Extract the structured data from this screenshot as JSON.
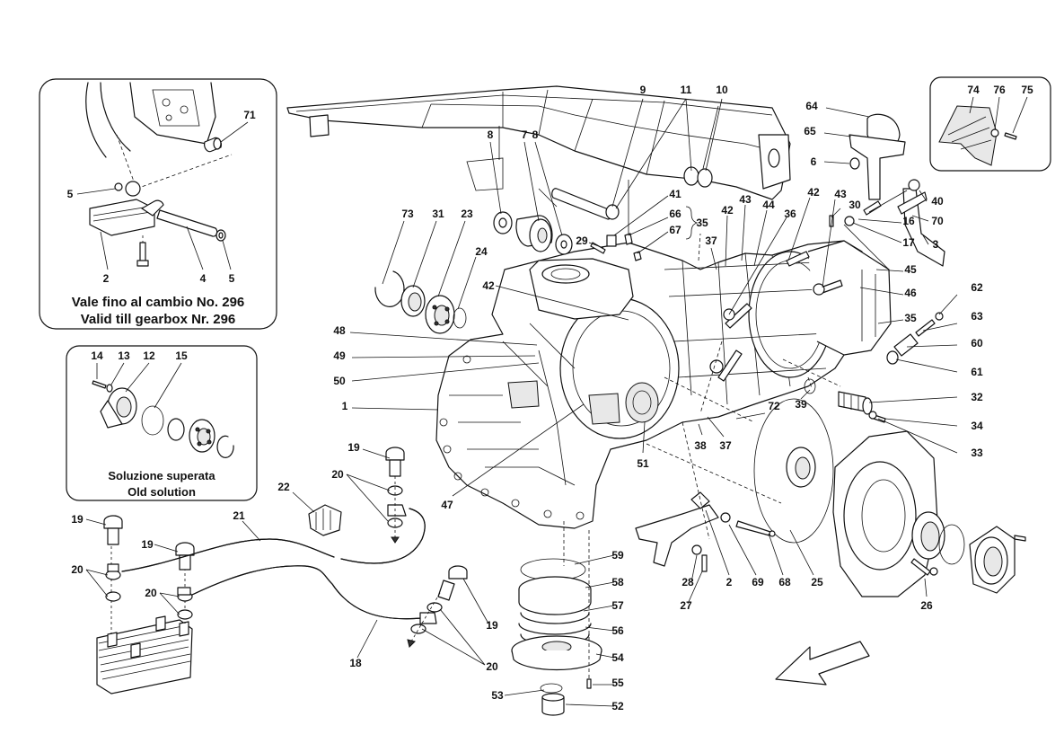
{
  "insets": {
    "gearbox_limit": {
      "caption_line1": "Vale fino al cambio No. 296",
      "caption_line2": "Valid till gearbox Nr. 296"
    },
    "old_solution": {
      "caption_line1": "Soluzione superata",
      "caption_line2": "Old solution"
    }
  },
  "labels": [
    {
      "id": "l9",
      "text": "9"
    },
    {
      "id": "l11",
      "text": "11"
    },
    {
      "id": "l10",
      "text": "10"
    },
    {
      "id": "l8a",
      "text": "8"
    },
    {
      "id": "l7",
      "text": "7"
    },
    {
      "id": "l8b",
      "text": "8"
    },
    {
      "id": "l41",
      "text": "41"
    },
    {
      "id": "l66",
      "text": "66"
    },
    {
      "id": "l67",
      "text": "67"
    },
    {
      "id": "l35a",
      "text": "35"
    },
    {
      "id": "l29",
      "text": "29"
    },
    {
      "id": "l73",
      "text": "73"
    },
    {
      "id": "l31",
      "text": "31"
    },
    {
      "id": "l23",
      "text": "23"
    },
    {
      "id": "l24",
      "text": "24"
    },
    {
      "id": "l42a",
      "text": "42"
    },
    {
      "id": "l48",
      "text": "48"
    },
    {
      "id": "l49",
      "text": "49"
    },
    {
      "id": "l50",
      "text": "50"
    },
    {
      "id": "l1",
      "text": "1"
    },
    {
      "id": "l37a",
      "text": "37"
    },
    {
      "id": "l42b",
      "text": "42"
    },
    {
      "id": "l43a",
      "text": "43"
    },
    {
      "id": "l44",
      "text": "44"
    },
    {
      "id": "l36",
      "text": "36"
    },
    {
      "id": "l42c",
      "text": "42"
    },
    {
      "id": "l43b",
      "text": "43"
    },
    {
      "id": "l30",
      "text": "30"
    },
    {
      "id": "l16",
      "text": "16"
    },
    {
      "id": "l17",
      "text": "17"
    },
    {
      "id": "l45",
      "text": "45"
    },
    {
      "id": "l46",
      "text": "46"
    },
    {
      "id": "l35b",
      "text": "35"
    },
    {
      "id": "l64",
      "text": "64"
    },
    {
      "id": "l65",
      "text": "65"
    },
    {
      "id": "l6",
      "text": "6"
    },
    {
      "id": "l70",
      "text": "70"
    },
    {
      "id": "l40",
      "text": "40"
    },
    {
      "id": "l3",
      "text": "3"
    },
    {
      "id": "l74",
      "text": "74"
    },
    {
      "id": "l76",
      "text": "76"
    },
    {
      "id": "l75",
      "text": "75"
    },
    {
      "id": "l62",
      "text": "62"
    },
    {
      "id": "l63",
      "text": "63"
    },
    {
      "id": "l60",
      "text": "60"
    },
    {
      "id": "l61",
      "text": "61"
    },
    {
      "id": "l32",
      "text": "32"
    },
    {
      "id": "l34",
      "text": "34"
    },
    {
      "id": "l33",
      "text": "33"
    },
    {
      "id": "l39",
      "text": "39"
    },
    {
      "id": "l72",
      "text": "72"
    },
    {
      "id": "l38",
      "text": "38"
    },
    {
      "id": "l37b",
      "text": "37"
    },
    {
      "id": "l51",
      "text": "51"
    },
    {
      "id": "l47",
      "text": "47"
    },
    {
      "id": "l25",
      "text": "25"
    },
    {
      "id": "l26",
      "text": "26"
    },
    {
      "id": "l68",
      "text": "68"
    },
    {
      "id": "l69",
      "text": "69"
    },
    {
      "id": "l2b",
      "text": "2"
    },
    {
      "id": "l28",
      "text": "28"
    },
    {
      "id": "l27",
      "text": "27"
    },
    {
      "id": "l59",
      "text": "59"
    },
    {
      "id": "l58",
      "text": "58"
    },
    {
      "id": "l57",
      "text": "57"
    },
    {
      "id": "l56",
      "text": "56"
    },
    {
      "id": "l54",
      "text": "54"
    },
    {
      "id": "l55",
      "text": "55"
    },
    {
      "id": "l53",
      "text": "53"
    },
    {
      "id": "l52",
      "text": "52"
    },
    {
      "id": "l19a",
      "text": "19"
    },
    {
      "id": "l20a",
      "text": "20"
    },
    {
      "id": "l22",
      "text": "22"
    },
    {
      "id": "l21",
      "text": "21"
    },
    {
      "id": "l19b",
      "text": "19"
    },
    {
      "id": "l19c",
      "text": "19"
    },
    {
      "id": "l20b",
      "text": "20"
    },
    {
      "id": "l20c",
      "text": "20"
    },
    {
      "id": "l18",
      "text": "18"
    },
    {
      "id": "l19d",
      "text": "19"
    },
    {
      "id": "l20d",
      "text": "20"
    },
    {
      "id": "l71",
      "text": "71"
    },
    {
      "id": "l5a",
      "text": "5"
    },
    {
      "id": "l2a",
      "text": "2"
    },
    {
      "id": "l4",
      "text": "4"
    },
    {
      "id": "l5b",
      "text": "5"
    },
    {
      "id": "l14",
      "text": "14"
    },
    {
      "id": "l13",
      "text": "13"
    },
    {
      "id": "l12",
      "text": "12"
    },
    {
      "id": "l15",
      "text": "15"
    }
  ]
}
